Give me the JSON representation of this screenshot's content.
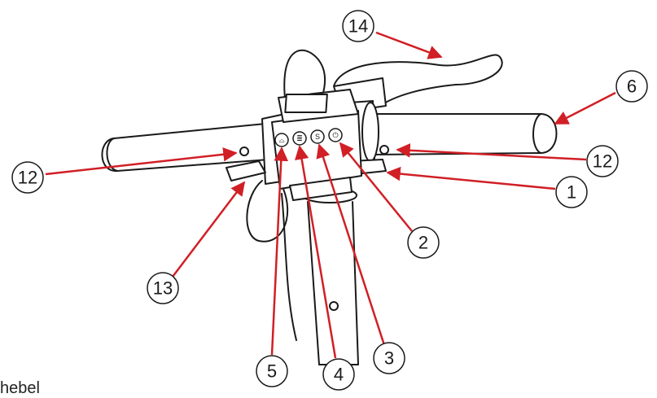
{
  "diagram": {
    "callouts": [
      {
        "id": "c14",
        "label": "14"
      },
      {
        "id": "c6",
        "label": "6"
      },
      {
        "id": "c12l",
        "label": "12"
      },
      {
        "id": "c12r",
        "label": "12"
      },
      {
        "id": "c1",
        "label": "1"
      },
      {
        "id": "c2",
        "label": "2"
      },
      {
        "id": "c13",
        "label": "13"
      },
      {
        "id": "c3",
        "label": "3"
      },
      {
        "id": "c5",
        "label": "5"
      },
      {
        "id": "c4",
        "label": "4"
      }
    ],
    "buttons": [
      {
        "id": "horn",
        "glyph": "⌓"
      },
      {
        "id": "light",
        "glyph": "≣"
      },
      {
        "id": "mode",
        "glyph": "S"
      },
      {
        "id": "power",
        "glyph": "⏻"
      }
    ],
    "caption_fragment": "hebel",
    "colors": {
      "arrow": "#d11f26",
      "outline": "#1a1a1a",
      "circle_fill": "#ffffff"
    }
  }
}
